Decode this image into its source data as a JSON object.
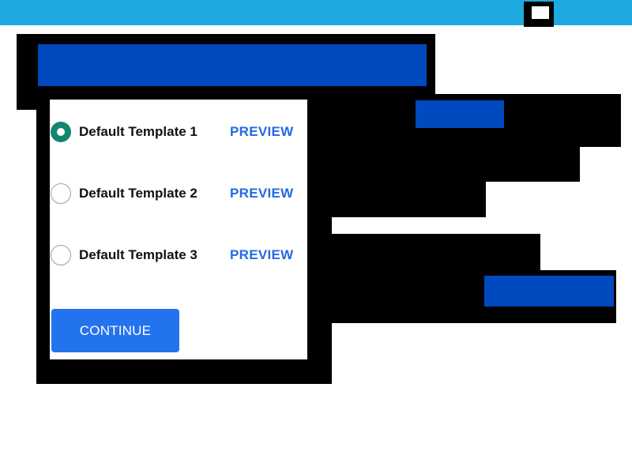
{
  "dialog": {
    "options": [
      {
        "label": "Default Template 1",
        "preview": "PREVIEW",
        "selected": true
      },
      {
        "label": "Default Template 2",
        "preview": "PREVIEW",
        "selected": false
      },
      {
        "label": "Default Template 3",
        "preview": "PREVIEW",
        "selected": false
      }
    ],
    "continue_label": "CONTINUE"
  },
  "colors": {
    "topbar": "#1ea9e1",
    "accent": "#2473ee",
    "link": "#2469e6",
    "radio_selected": "#138671",
    "redaction_block": "#0049bf"
  },
  "icons": {
    "window_control": "square-icon"
  }
}
